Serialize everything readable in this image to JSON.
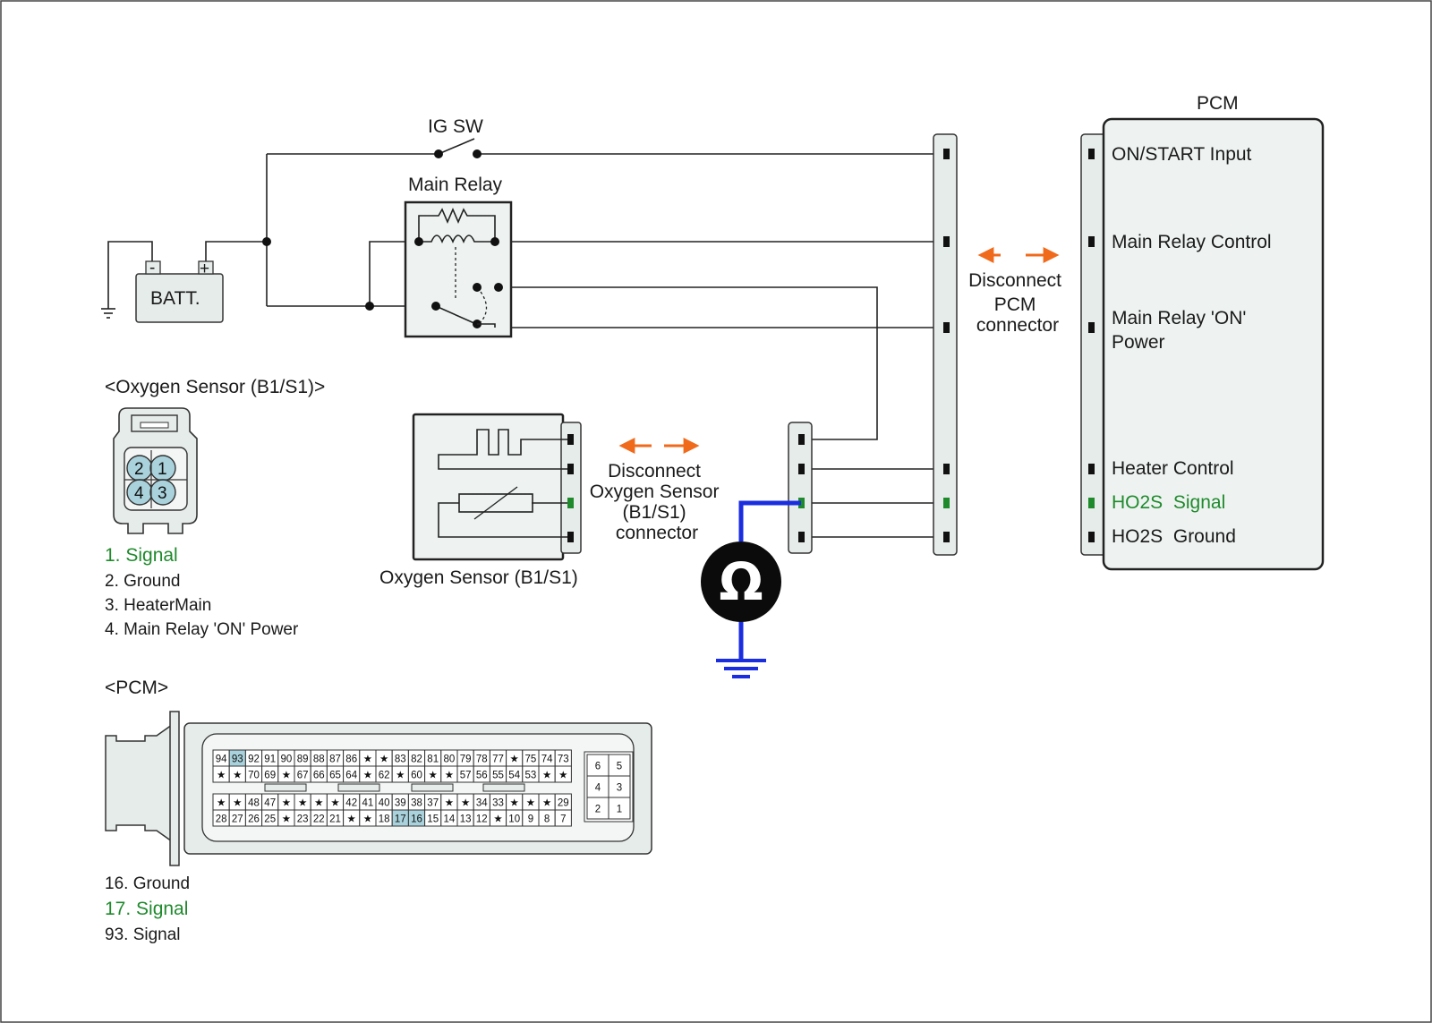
{
  "labels": {
    "ig_sw": "IG SW",
    "main_relay": "Main Relay",
    "batt": "BATT.",
    "batt_minus": "-",
    "batt_plus": "+",
    "disconnect_pcm": [
      "Disconnect",
      "PCM",
      "connector"
    ],
    "disconnect_o2": [
      "Disconnect",
      "Oxygen Sensor",
      "(B1/S1)",
      "connector"
    ],
    "o2_sensor_caption": "Oxygen Sensor (B1/S1)",
    "o2_connector_title": "<Oxygen Sensor (B1/S1)>",
    "pcm_connector_title": "<PCM>",
    "ohm_symbol": "Ω"
  },
  "pcm": {
    "title": "PCM",
    "pins": [
      {
        "label": "ON/START Input",
        "highlight": false
      },
      {
        "label": "Main Relay Control",
        "highlight": false
      },
      {
        "label": "Main Relay 'ON'",
        "label2": "Power",
        "highlight": false
      },
      {
        "label": "Heater Control",
        "highlight": false
      },
      {
        "label": "HO2S  Signal",
        "highlight": true
      },
      {
        "label": "HO2S  Ground",
        "highlight": false
      }
    ]
  },
  "o2_connector": {
    "pins": [
      "2",
      "1",
      "4",
      "3"
    ],
    "legend": [
      {
        "text": "1. Signal",
        "highlight": true
      },
      {
        "text": "2. Ground",
        "highlight": false
      },
      {
        "text": "3. HeaterMain",
        "highlight": false
      },
      {
        "text": "4. Main Relay 'ON' Power",
        "highlight": false
      }
    ]
  },
  "pcm_connector": {
    "row1": [
      "94",
      "93",
      "92",
      "91",
      "90",
      "89",
      "88",
      "87",
      "86",
      "★",
      "★",
      "83",
      "82",
      "81",
      "80",
      "79",
      "78",
      "77",
      "★",
      "75",
      "74",
      "73"
    ],
    "row2": [
      "★",
      "★",
      "70",
      "69",
      "★",
      "67",
      "66",
      "65",
      "64",
      "★",
      "62",
      "★",
      "60",
      "★",
      "★",
      "57",
      "56",
      "55",
      "54",
      "53",
      "★",
      "★"
    ],
    "row3": [
      "★",
      "★",
      "48",
      "47",
      "★",
      "★",
      "★",
      "★",
      "42",
      "41",
      "40",
      "39",
      "38",
      "37",
      "★",
      "★",
      "34",
      "33",
      "★",
      "★",
      "★",
      "29"
    ],
    "row4": [
      "28",
      "27",
      "26",
      "25",
      "★",
      "23",
      "22",
      "21",
      "★",
      "★",
      "18",
      "17",
      "16",
      "15",
      "14",
      "13",
      "12",
      "★",
      "10",
      "9",
      "8",
      "7"
    ],
    "small_block": [
      [
        "6",
        "5"
      ],
      [
        "4",
        "3"
      ],
      [
        "2",
        "1"
      ]
    ],
    "highlighted": [
      "93",
      "17",
      "16"
    ],
    "legend": [
      {
        "text": "16. Ground",
        "highlight": false
      },
      {
        "text": "17. Signal",
        "highlight": true
      },
      {
        "text": "93. Signal",
        "highlight": false
      }
    ]
  },
  "colors": {
    "signal_green": "#1f8a2c",
    "meter_wire_blue": "#1a2ee0",
    "disconnect_arrow_orange": "#f06a1c",
    "pin_highlight_blue": "#a9d2dc",
    "connector_fill": "#e6ecea"
  }
}
